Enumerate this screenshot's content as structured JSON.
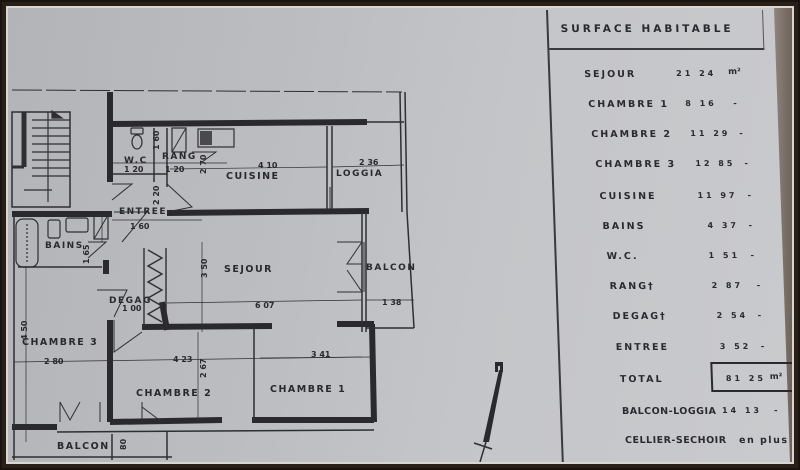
{
  "plan": {
    "rooms": {
      "wc": "W.C",
      "rang": "RANG",
      "cuisine": "CUISINE",
      "loggia": "LOGGIA",
      "entree": "ENTREE",
      "bains": "BAINS",
      "sejour": "SEJOUR",
      "balcon_right": "BALCON",
      "degag": "DEGAG",
      "chambre3": "CHAMBRE 3",
      "chambre2": "CHAMBRE 2",
      "chambre1": "CHAMBRE 1",
      "balcon_bottom": "BALCON"
    },
    "dimensions": {
      "wc_width": "1 20",
      "wc_height": "1 60",
      "rang_width": "1 20",
      "rang_height": "2 70",
      "cuisine_width": "4 10",
      "loggia_width": "2 36",
      "entree_height": "2 20",
      "entree_width": "1 60",
      "bains_height": "1 65",
      "sejour_height": "3 50",
      "sejour_width": "6 07",
      "balcon_width": "1 38",
      "degag_width": "1 00",
      "chambre3_height": "4 50",
      "chambre3_width": "2 80",
      "chambre2_width": "4 23",
      "chambre2_height": "2 67",
      "chambre1_width": "3 41",
      "balcon_bottom_depth": "80"
    },
    "north_arrow_icon": "north-arrow"
  },
  "surface_table": {
    "title": "SURFACE HABITABLE",
    "rows": [
      {
        "name": "SEJOUR",
        "value": "21 24",
        "unit": "m²"
      },
      {
        "name": "CHAMBRE 1",
        "value": "8 16",
        "unit": "-"
      },
      {
        "name": "CHAMBRE 2",
        "value": "11 29",
        "unit": "-"
      },
      {
        "name": "CHAMBRE 3",
        "value": "12 85",
        "unit": "-"
      },
      {
        "name": "CUISINE",
        "value": "11 97",
        "unit": "-"
      },
      {
        "name": "BAINS",
        "value": "4 37",
        "unit": "-"
      },
      {
        "name": "W.C.",
        "value": "1 51",
        "unit": "-"
      },
      {
        "name": "RANG†",
        "value": "2 87",
        "unit": "-"
      },
      {
        "name": "DEGAG†",
        "value": "2 54",
        "unit": "-"
      },
      {
        "name": "ENTREE",
        "value": "3 52",
        "unit": "-"
      }
    ],
    "total": {
      "name": "TOTAL",
      "value": "81 25",
      "unit": "m²"
    },
    "balcon_loggia": {
      "name": "BALCON-LOGGIA",
      "value": "14 13",
      "unit": "-"
    },
    "cellier": {
      "name": "CELLIER-SECHOIR",
      "note": "en plus"
    }
  }
}
